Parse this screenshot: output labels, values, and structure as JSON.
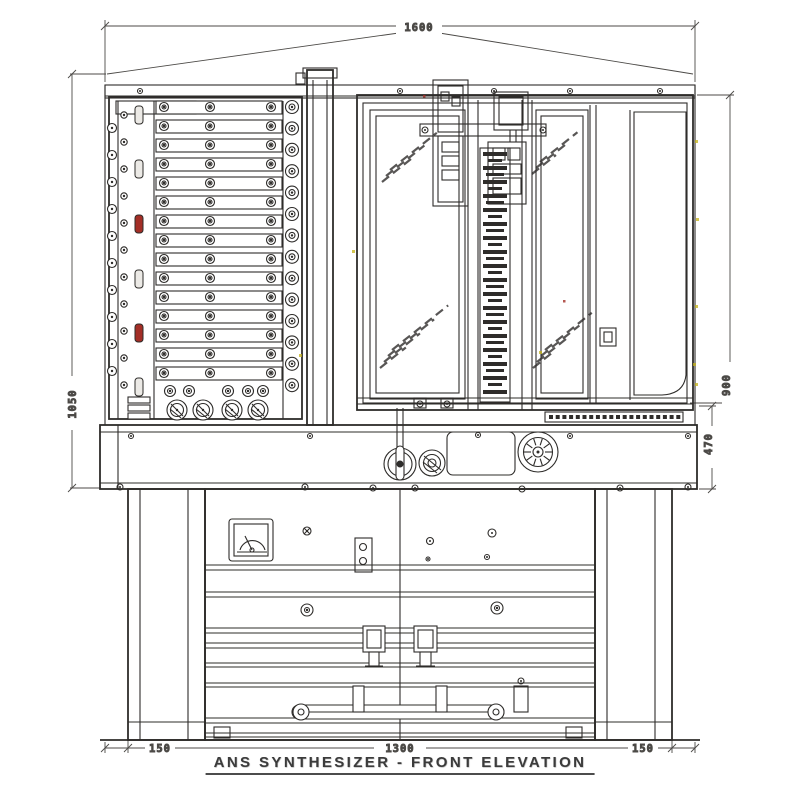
{
  "title": "ANS SYNTHESIZER - FRONT ELEVATION",
  "dimensions": {
    "top_width": "1600",
    "left_height": "1050",
    "right_upper_height": "900",
    "right_desk_height": "470",
    "bottom_left": "150",
    "bottom_center": "1300",
    "bottom_right": "150"
  },
  "colors": {
    "ink": "#2e2c2a",
    "dim_line": "#4c4a47",
    "red_accent": "#a32e26",
    "artifact_yellow": "#c4b216",
    "paper": "#ffffff"
  }
}
